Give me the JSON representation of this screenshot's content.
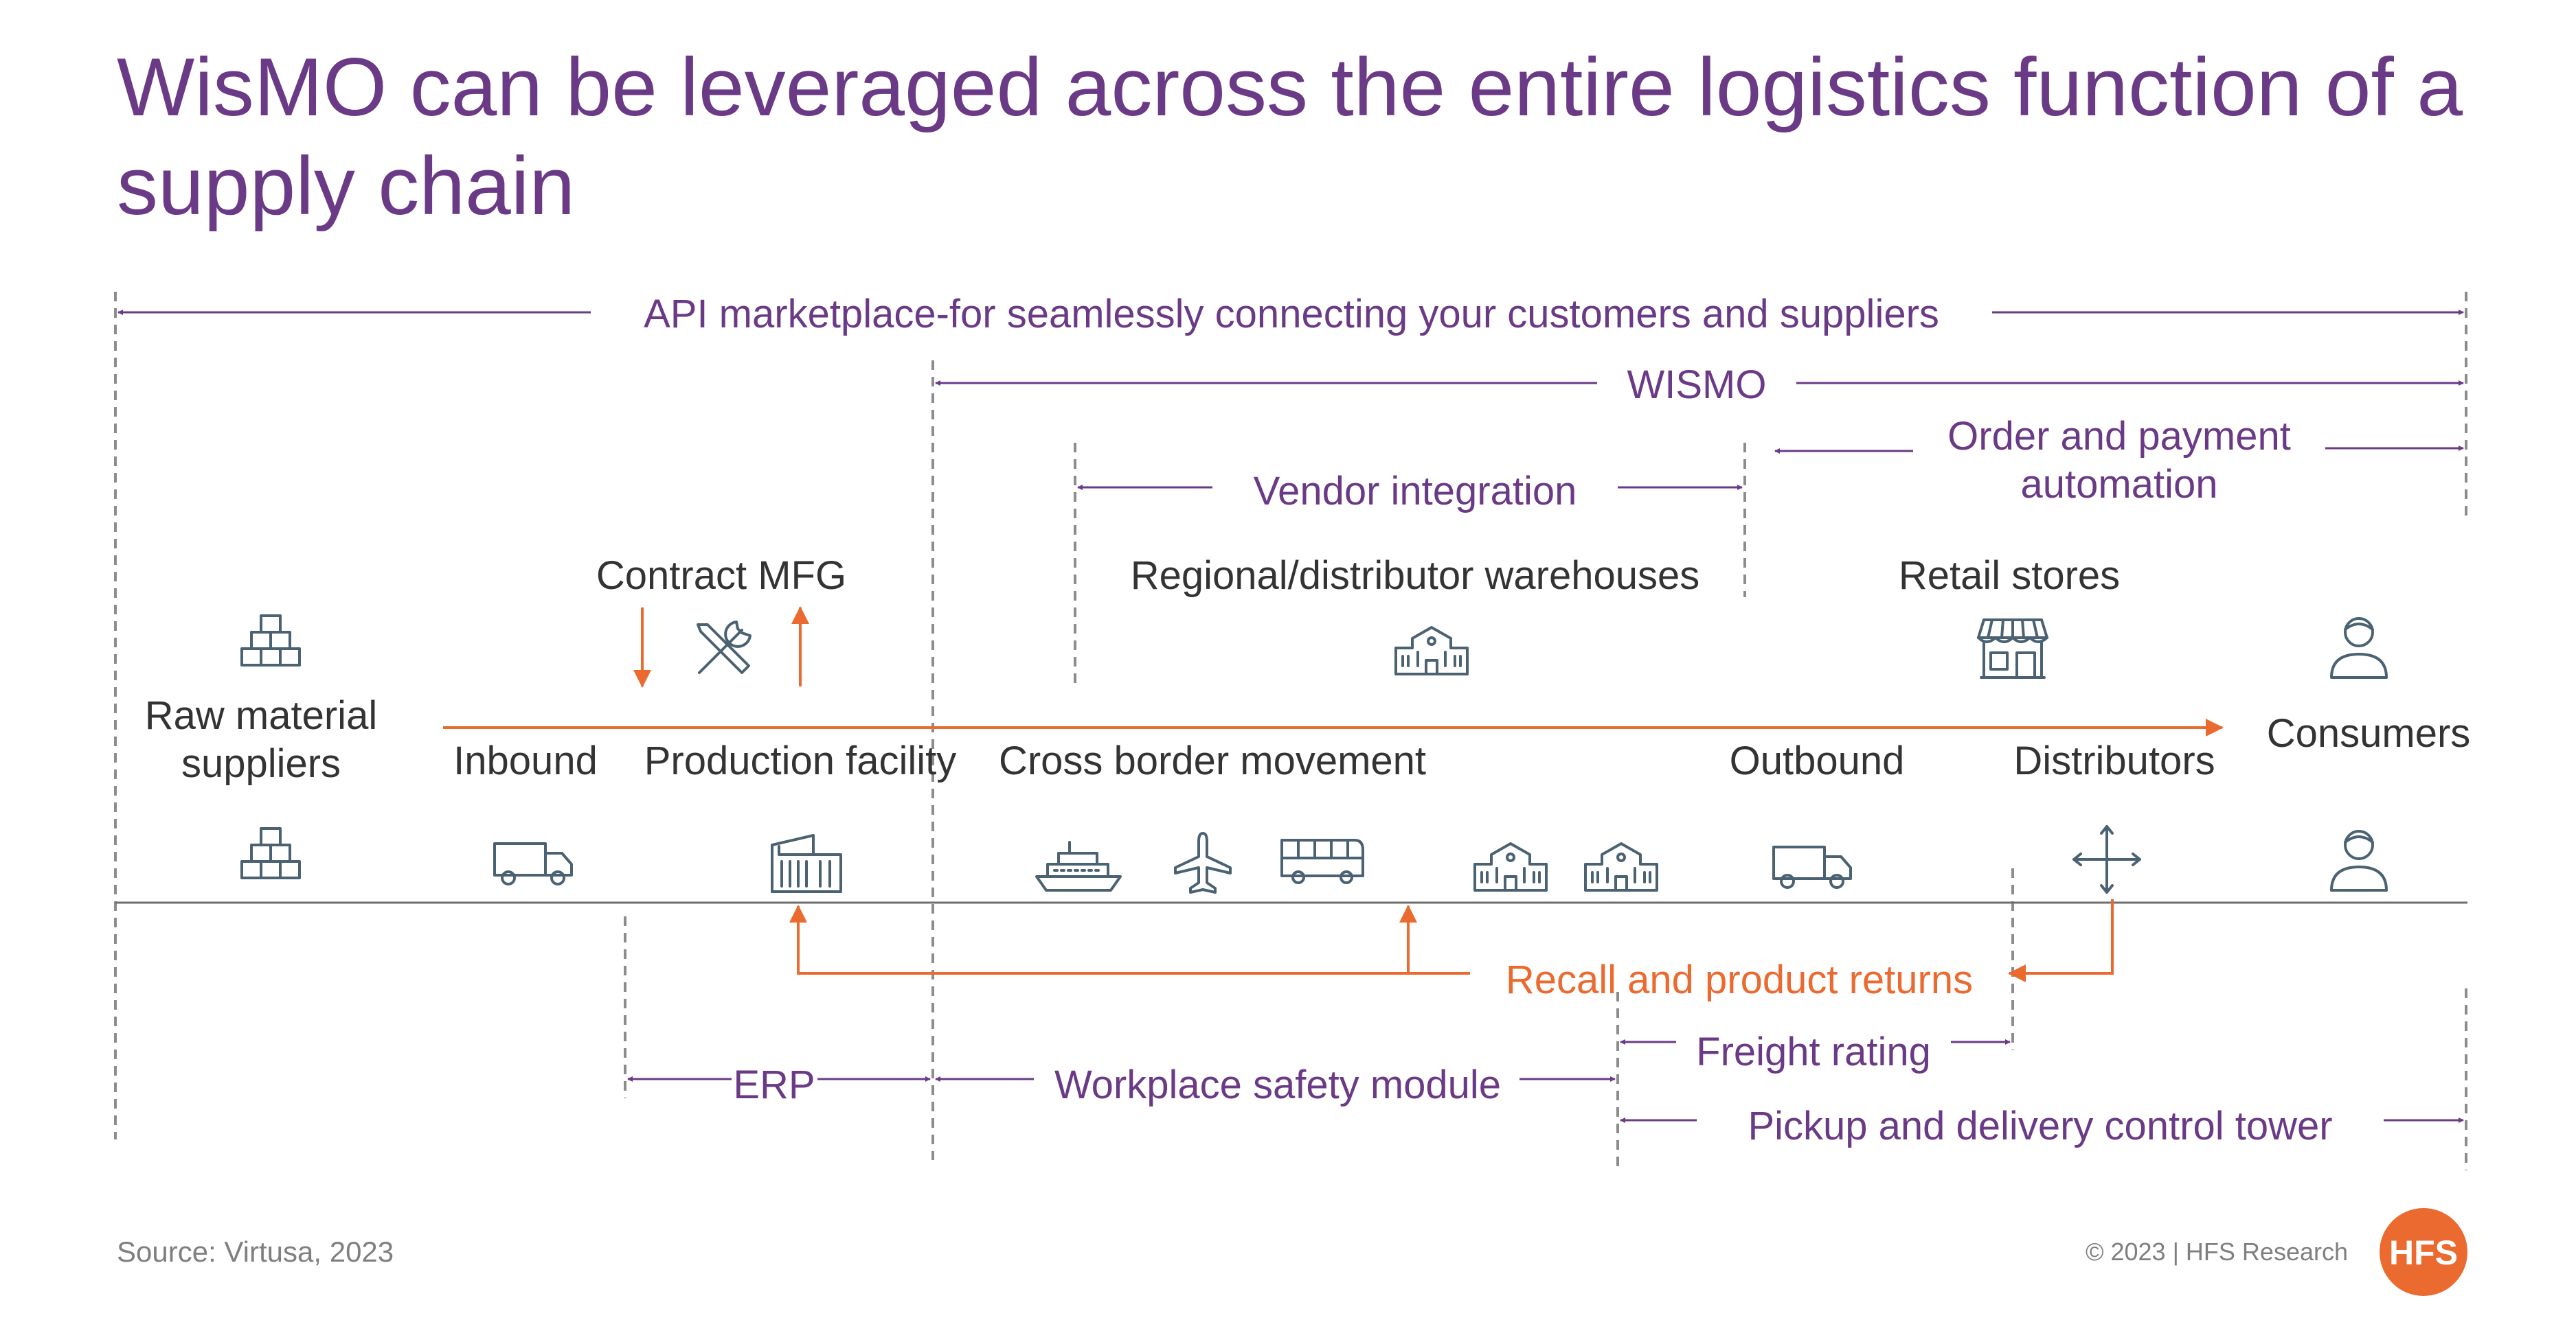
{
  "title_line1": "WisMO can be leveraged across the entire logistics function of a",
  "title_line2": "supply chain",
  "spans": {
    "api": "API marketplace-for seamlessly connecting your customers and suppliers",
    "wismo": "WISMO",
    "order_line1": "Order and payment",
    "order_line2": "automation",
    "vendor": "Vendor integration",
    "recall": "Recall and product returns",
    "freight": "Freight rating",
    "erp": "ERP",
    "safety": "Workplace safety module",
    "pickup": "Pickup and delivery control tower"
  },
  "upper_labels": {
    "contract_mfg": "Contract MFG",
    "regional": "Regional/distributor warehouses",
    "retail": "Retail stores"
  },
  "stages": {
    "raw_line1": "Raw material",
    "raw_line2": "suppliers",
    "inbound": "Inbound",
    "production": "Production facility",
    "cross_border": "Cross border movement",
    "outbound": "Outbound",
    "distributors": "Distributors",
    "consumers": "Consumers"
  },
  "footer": {
    "source": "Source: Virtusa, 2023",
    "copyright": "© 2023 | HFS Research",
    "logo": "HFS"
  },
  "icons": [
    "boxes-icon",
    "tools-icon",
    "warehouse-building-icon",
    "storefront-icon",
    "person-icon",
    "truck-icon",
    "factory-icon",
    "ship-icon",
    "airplane-icon",
    "bus-icon",
    "move-arrows-icon"
  ],
  "colors": {
    "purple": "#6B3A86",
    "orange": "#EB6A2F",
    "icon": "#4A6272",
    "gray_text": "#7F7F7F",
    "body_text": "#333333"
  }
}
